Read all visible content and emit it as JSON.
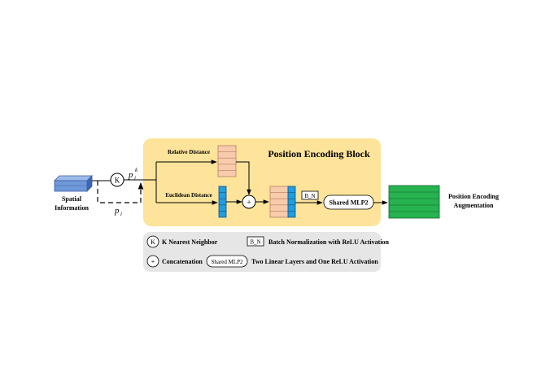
{
  "block": {
    "title": "Position Encoding Block",
    "relative_distance": "Relative Distance",
    "euclidean_distance": "Euclidean Distance",
    "bn_label": "B_N",
    "mlp_label": "Shared MLP2"
  },
  "input": {
    "label_line1": "Spatial",
    "label_line2": "Information",
    "knn_symbol": "K",
    "p_base": "p",
    "p_sub": "i",
    "p_sup": "k",
    "pi_base": "p",
    "pi_sub": "i"
  },
  "output": {
    "label_line1": "Position Encoding",
    "label_line2": "Augmentation"
  },
  "legend": {
    "knn_symbol": "K",
    "knn_text": "K Nearest Neighbor",
    "bn_symbol": "B_N",
    "bn_text": "Batch Normalization with ReLU Activation",
    "concat_symbol": "+",
    "concat_text": "Concatenation",
    "mlp_symbol": "Shared MLP2",
    "mlp_text": "Two Linear Layers and One ReLU Activation"
  },
  "colors": {
    "block_bg": "#fde49a",
    "legend_bg": "#e6e6e6",
    "salmon": "#f9cbad",
    "blue": "#1f9ee2",
    "green": "#27b34f",
    "input_blue": "#6f98d8"
  }
}
